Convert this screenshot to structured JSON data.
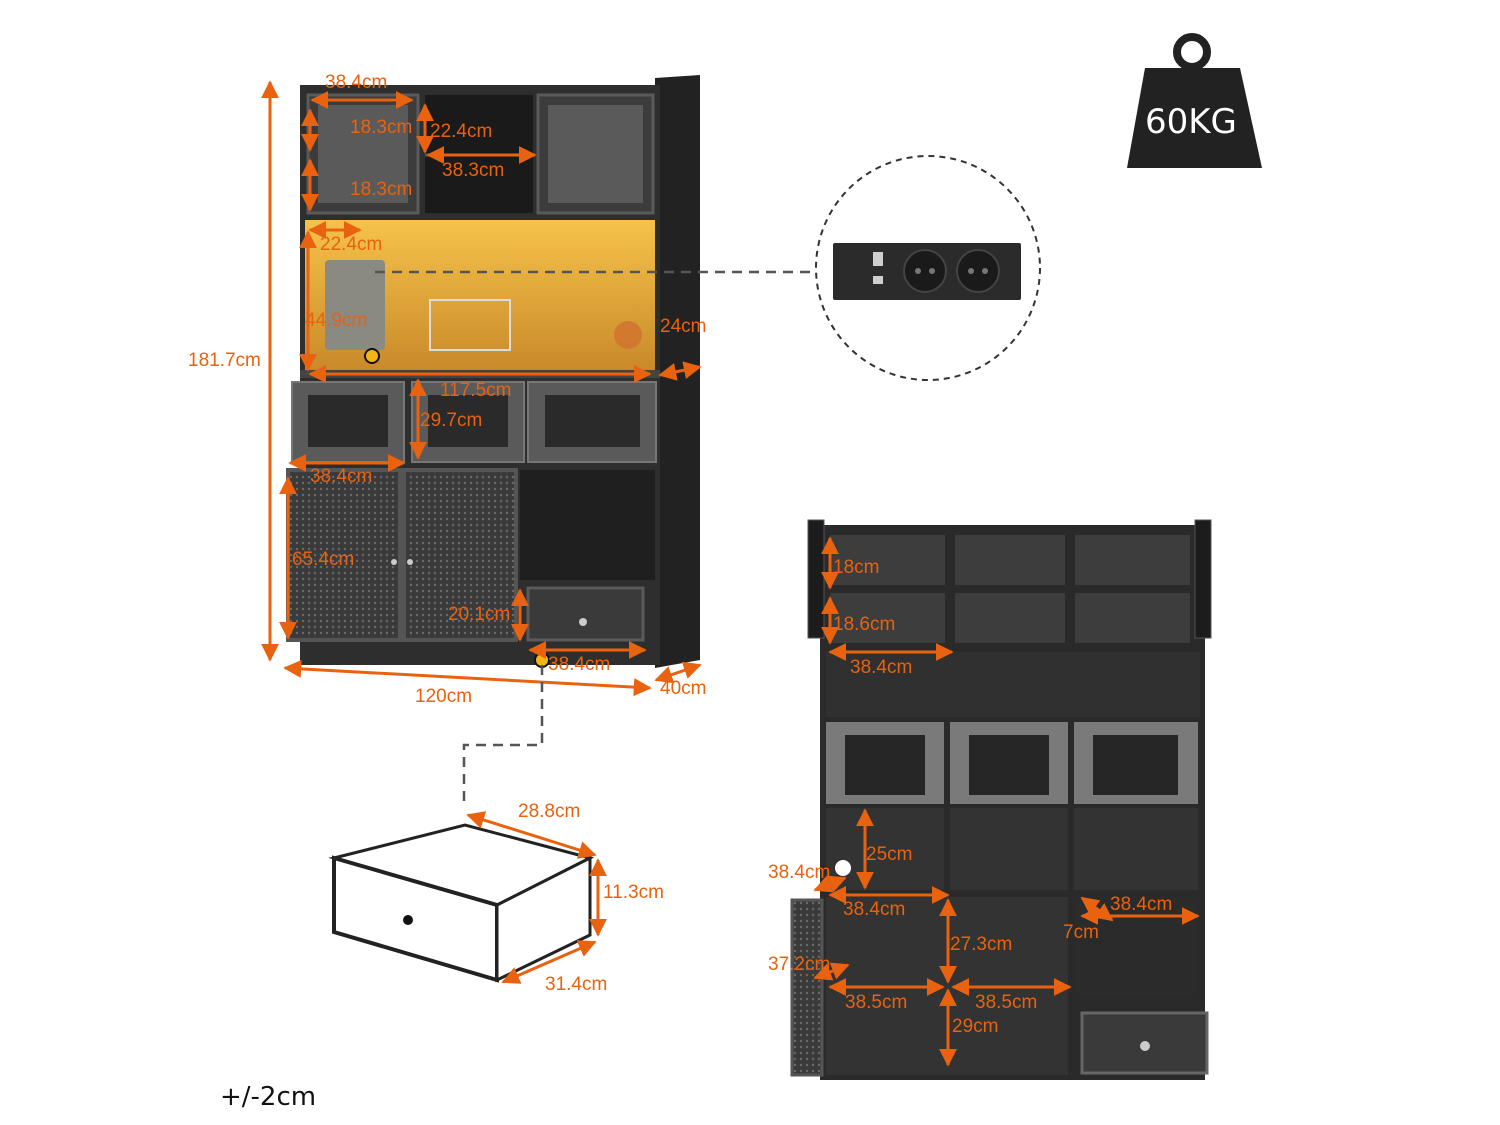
{
  "colors": {
    "accent": "#e8620f",
    "cabinet": "#2e2e2e",
    "light": "#f2b43a",
    "text": "#111111"
  },
  "weight": {
    "label": "60KG",
    "icon": "weight-icon"
  },
  "outlet": {
    "icon": "power-outlet-icon"
  },
  "front_view": {
    "height": "181.7cm",
    "width": "120cm",
    "depth": "40cm",
    "top_left_width": "38.4cm",
    "top_left_upper_h": "18.3cm",
    "top_left_lower_h": "18.3cm",
    "top_mid_h": "22.4cm",
    "top_mid_w": "38.3cm",
    "light_depth": "22.4cm",
    "light_height": "44.9cm",
    "shelf_depth": "24cm",
    "counter_width": "117.5cm",
    "mid_door_h": "29.7cm",
    "mid_door_w": "38.4cm",
    "bottom_door_h": "65.4cm",
    "drawer_h": "20.1cm",
    "drawer_w": "38.4cm"
  },
  "drawer_view": {
    "depth": "28.8cm",
    "height": "11.3cm",
    "width": "31.4cm"
  },
  "inner_view": {
    "top_h1": "18cm",
    "top_h2": "18.6cm",
    "top_w": "38.4cm",
    "mid_h": "25cm",
    "side_w": "38.4cm",
    "bottom_w": "38.4cm",
    "wine_w": "38.4cm",
    "wine_gap": "7cm",
    "bottom_h": "27.3cm",
    "door_w": "37.2cm",
    "left_bay_w": "38.5cm",
    "right_bay_w": "38.5cm",
    "lower_h": "29cm"
  },
  "tolerance": "+/-2cm"
}
